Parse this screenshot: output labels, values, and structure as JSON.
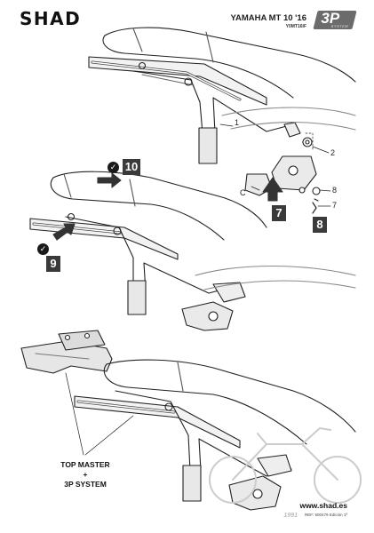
{
  "header": {
    "brand": "SHAD",
    "model": "YAMAHA MT 10 '16",
    "model_code": "Y0MT16IF",
    "badge_main": "3P",
    "badge_sub": "SYSTEM"
  },
  "callouts": {
    "part_1": "1",
    "part_2": "2",
    "part_7": "7",
    "part_8": "8",
    "part_c": "C"
  },
  "steps": {
    "step_7": "7",
    "step_8": "8",
    "step_9": "9",
    "step_10": "10"
  },
  "icons": {
    "check": "✓"
  },
  "bottom_label": {
    "line1": "TOP MASTER",
    "line2": "+",
    "line3": "3P SYSTEM"
  },
  "footer": {
    "url": "www.shad.es",
    "ref": "REF: 500479 Edición 1ª",
    "watermark": "1991"
  }
}
